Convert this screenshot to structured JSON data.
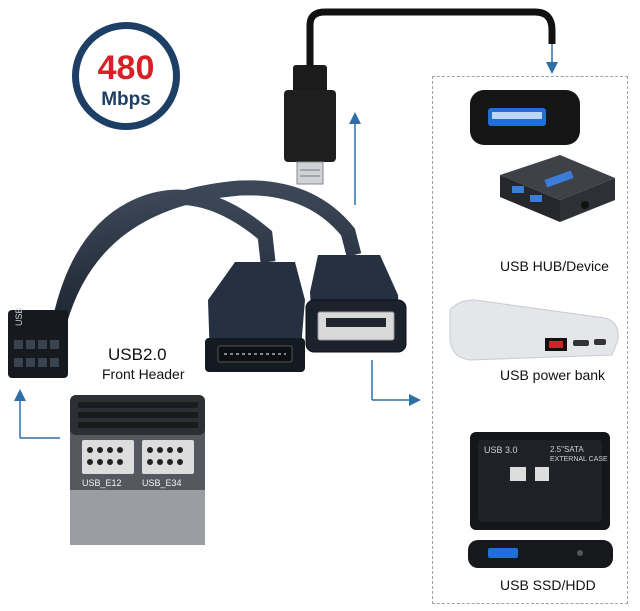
{
  "badge": {
    "speed": "480",
    "unit": "Mbps"
  },
  "header": {
    "line1": "USB2.0",
    "line2": "Front Header"
  },
  "motherboard": {
    "silk1": "USB_E12",
    "silk2": "USB_E34"
  },
  "connector": {
    "pin_label": "USB"
  },
  "devices": [
    {
      "label": "USB HUB/Device"
    },
    {
      "label": "USB power bank"
    },
    {
      "label": "USB SSD/HDD"
    }
  ],
  "ssd_case": {
    "brand": "USB 3.0",
    "line1": "2.5\"SATA",
    "line2": "EXTERNAL CASE"
  },
  "colors": {
    "cable": "#2a3442",
    "accent_red": "#d62128",
    "badge_ring": "#1d3f66",
    "arrow": "#2f6fa8"
  }
}
